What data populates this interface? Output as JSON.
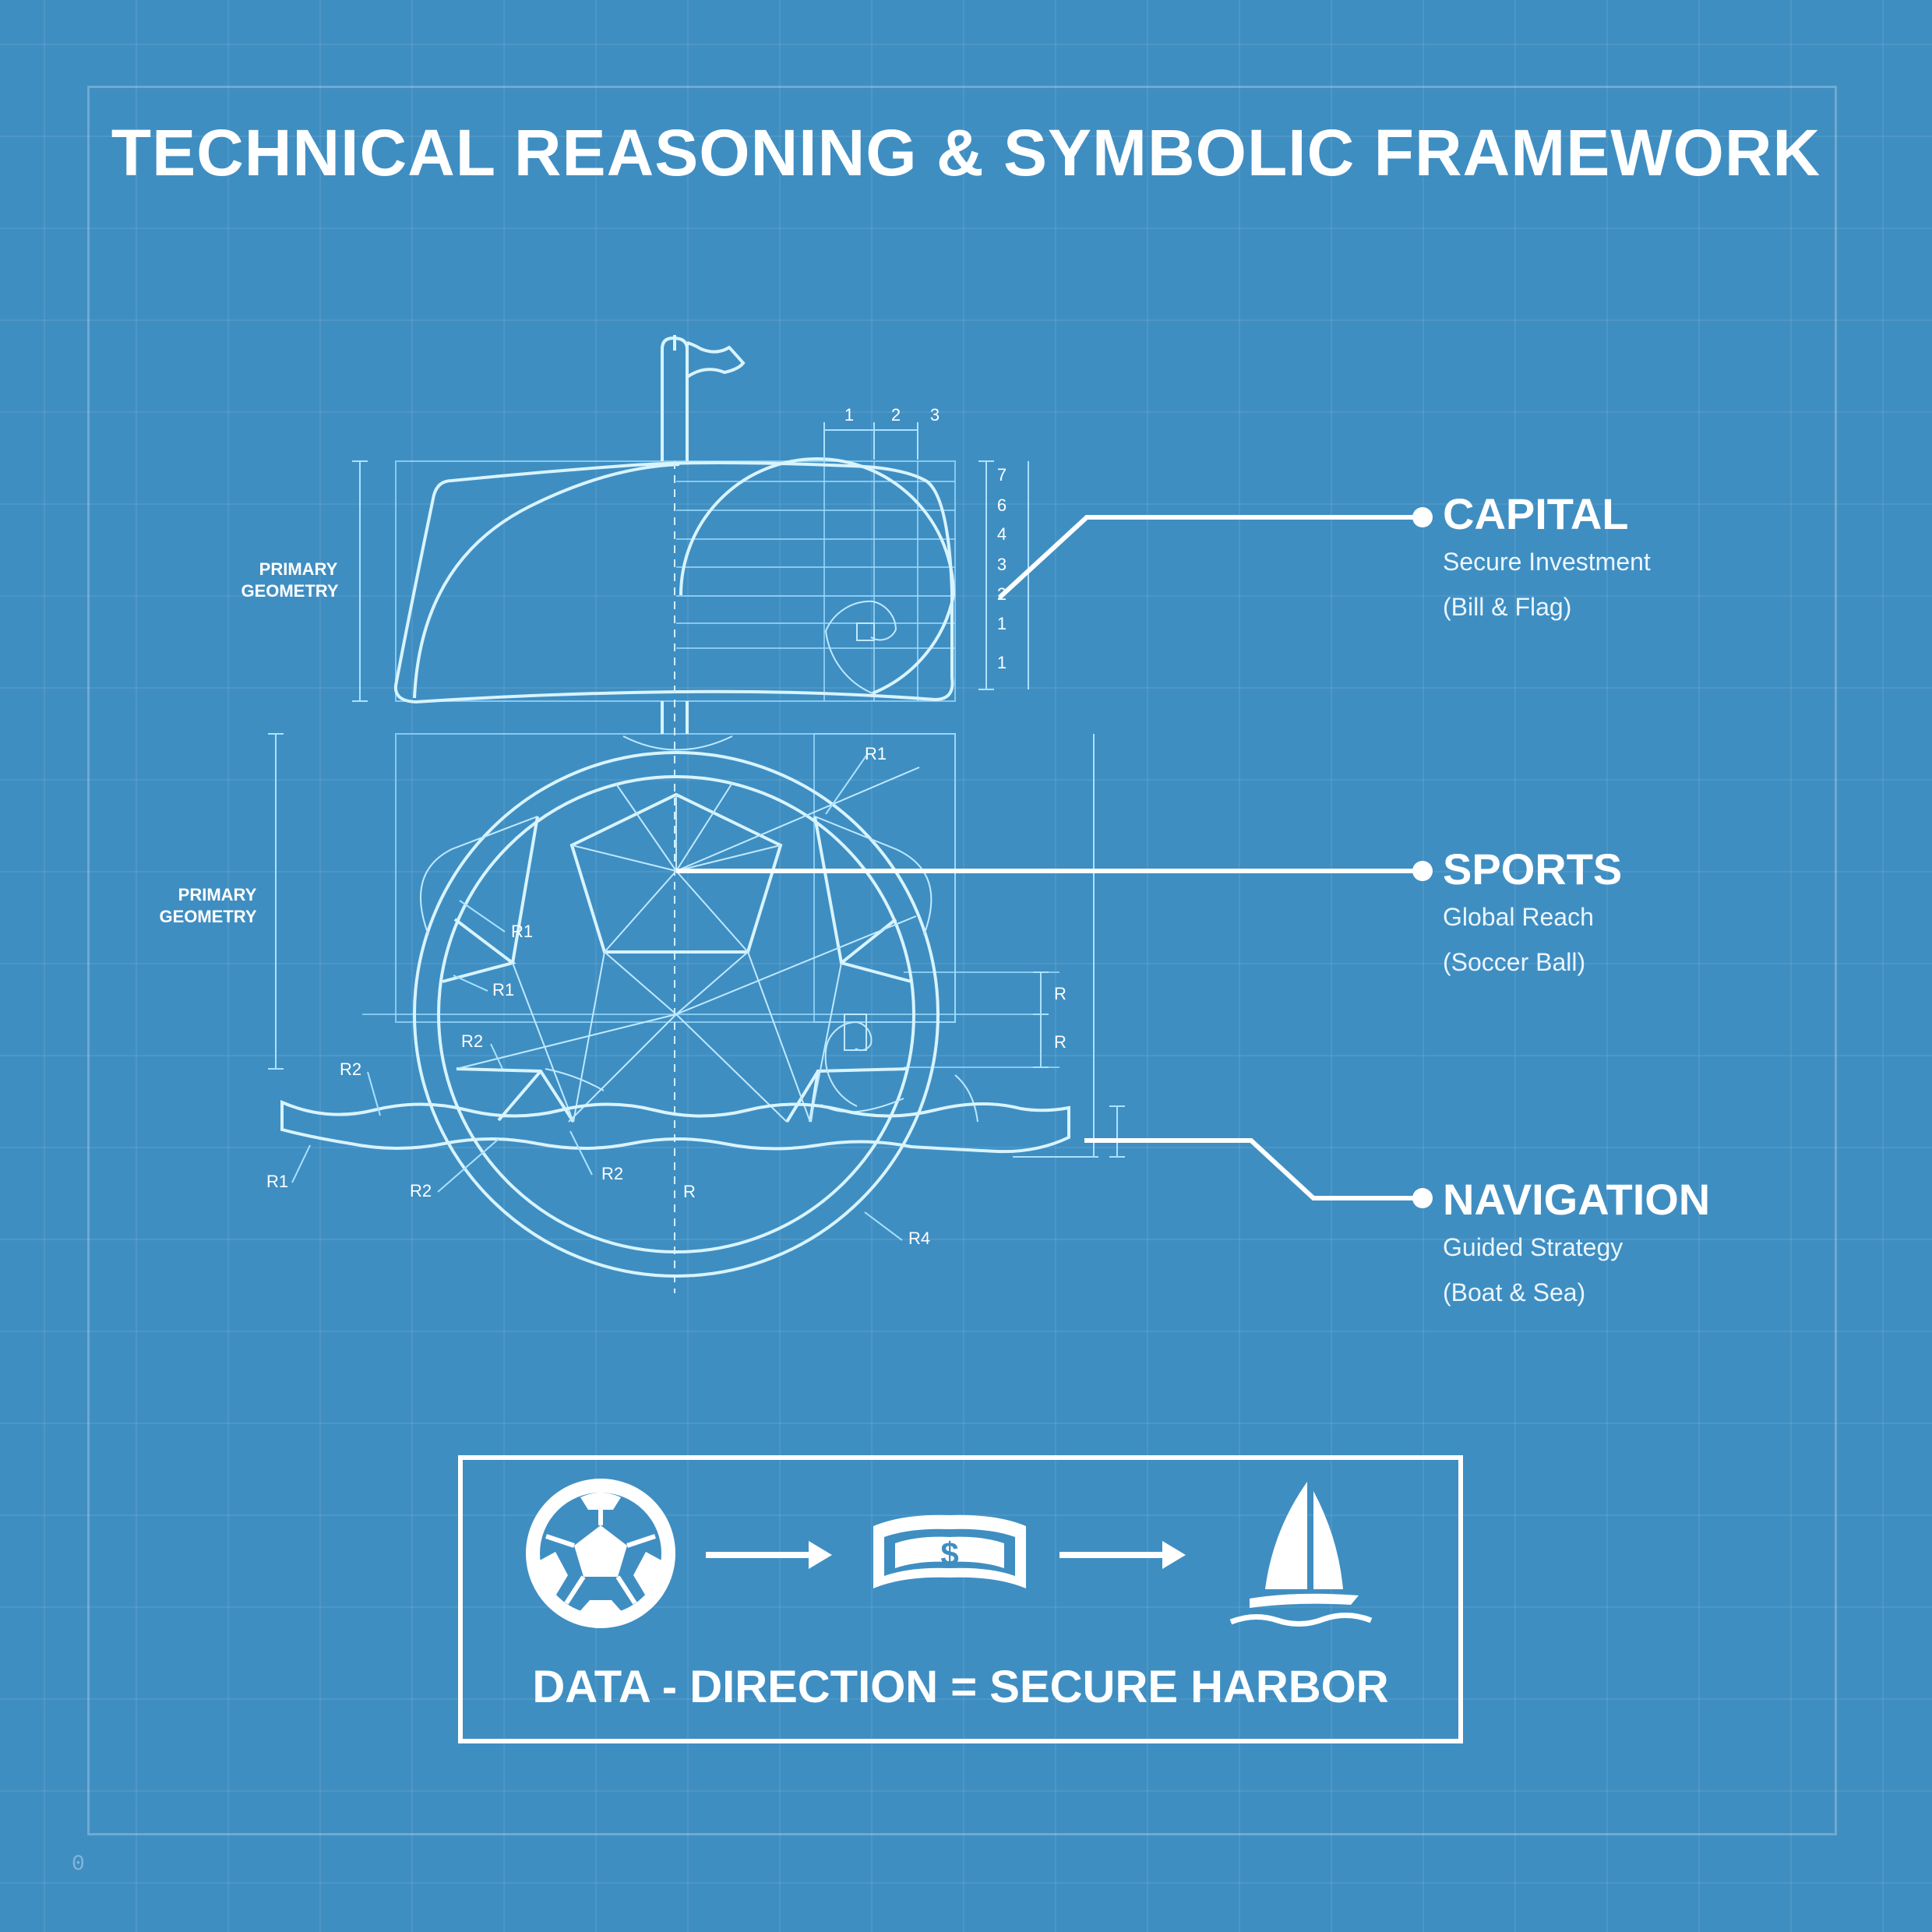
{
  "title": "TECHNICAL REASONING & SYMBOLIC FRAMEWORK",
  "drawing": {
    "primary_geometry_label_1": [
      "PRIMARY",
      "GEOMETRY"
    ],
    "primary_geometry_label_2": [
      "PRIMARY",
      "GEOMETRY"
    ],
    "top_dimensions": [
      "1",
      "2",
      "3"
    ],
    "side_dimensions": [
      "7",
      "6",
      "4",
      "3",
      "2",
      "1",
      "1"
    ],
    "radius_labels": {
      "r1_top": "R1",
      "r1_left_a": "R1",
      "r1_left_b": "R1",
      "r2_inner": "R2",
      "r2_outer": "R2",
      "r1_wave": "R1",
      "r2_wave": "R2",
      "r2_bottom": "R2",
      "r_center": "R",
      "r4": "R4",
      "r_dim_a": "R",
      "r_dim_b": "R"
    }
  },
  "callouts": [
    {
      "title": "CAPITAL",
      "line1": "Secure Investment",
      "line2": "(Bill & Flag)"
    },
    {
      "title": "SPORTS",
      "line1": "Global Reach",
      "line2": "(Soccer Ball)"
    },
    {
      "title": "NAVIGATION",
      "line1": "Guided Strategy",
      "line2": "(Boat & Sea)"
    }
  ],
  "legend": {
    "icons": [
      "soccer-ball-icon",
      "arrow-right-icon",
      "dollar-bill-icon",
      "arrow-right-icon",
      "sailboat-icon"
    ],
    "dollar_symbol": "$",
    "formula": "DATA - DIRECTION = SECURE HARBOR"
  },
  "page_number": "0",
  "colors": {
    "background": "#3f8ec2",
    "line": "#d8f4ff",
    "text": "#ffffff"
  }
}
